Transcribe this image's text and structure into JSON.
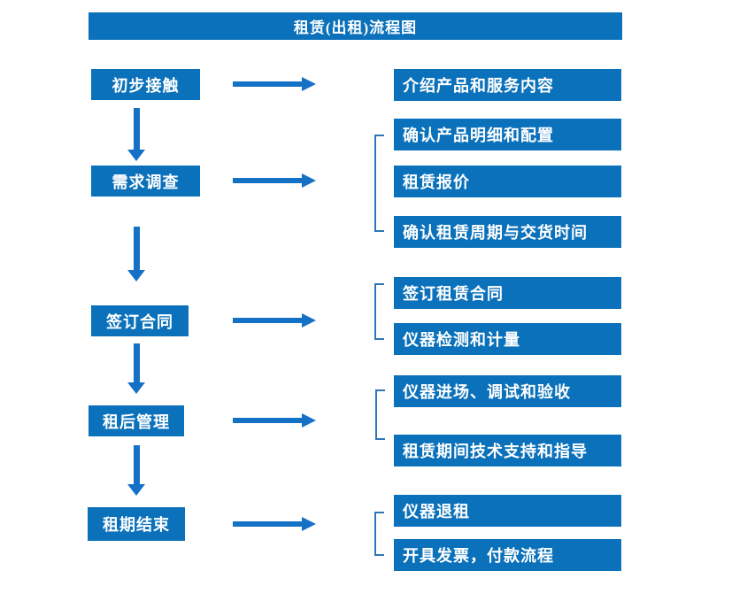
{
  "title": "租赁(出租)流程图",
  "colors": {
    "blue": "#0b71ba",
    "arrow": "#1571c6",
    "bracket": "#2e75b6"
  },
  "rows": [
    {
      "step": "初步接触",
      "details": [
        "介绍产品和服务内容"
      ]
    },
    {
      "step": "需求调查",
      "details": [
        "确认产品明细和配置",
        "租赁报价",
        "确认租赁周期与交货时间"
      ]
    },
    {
      "step": "签订合同",
      "details": [
        "签订租赁合同",
        "仪器检测和计量"
      ]
    },
    {
      "step": "租后管理",
      "details": [
        "仪器进场、调试和验收",
        "租赁期间技术支持和指导"
      ]
    },
    {
      "step": "租期结束",
      "details": [
        "仪器退租",
        "开具发票，付款流程"
      ]
    }
  ]
}
